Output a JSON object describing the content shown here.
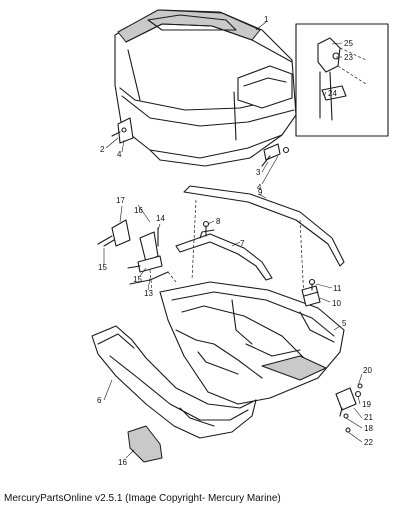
{
  "diagram": {
    "part_numbers": {
      "p1": "1",
      "p2": "2",
      "p3": "3",
      "p4a": "4",
      "p4b": "4",
      "p5": "5",
      "p6": "6",
      "p7": "7",
      "p8": "8",
      "p9": "9",
      "p10": "10",
      "p11": "11",
      "p13": "13",
      "p14": "14",
      "p15a": "15",
      "p15b": "15",
      "p16a": "16",
      "p16b": "16",
      "p17": "17",
      "p18": "18",
      "p19": "19",
      "p20": "20",
      "p21": "21",
      "p22": "22",
      "p23": "23",
      "p24": "24",
      "p25": "25"
    }
  },
  "footer": {
    "caption": "MercuryPartsOnline v2.5.1 (Image Copyright- Mercury Marine)"
  }
}
